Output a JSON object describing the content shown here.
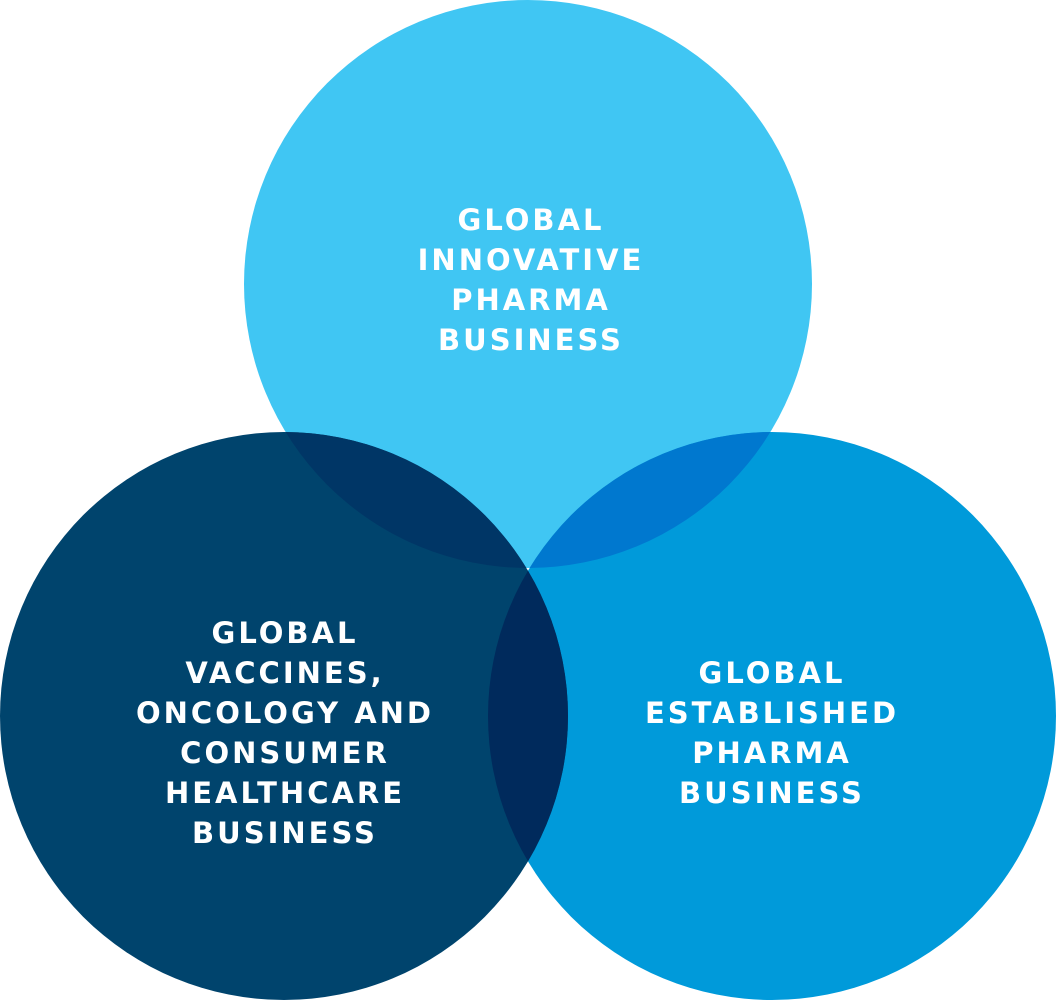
{
  "diagram": {
    "type": "venn",
    "circles": [
      {
        "id": "innovative",
        "label_lines": [
          "GLOBAL",
          "INNOVATIVE",
          "PHARMA",
          "BUSINESS"
        ],
        "color": "#40C6F3"
      },
      {
        "id": "vaccines",
        "label_lines": [
          "GLOBAL",
          "VACCINES,",
          "ONCOLOGY AND",
          "CONSUMER",
          "HEALTHCARE",
          "BUSINESS"
        ],
        "color": "#00446D"
      },
      {
        "id": "established",
        "label_lines": [
          "GLOBAL",
          "ESTABLISHED",
          "PHARMA",
          "BUSINESS"
        ],
        "color": "#009ADA"
      }
    ],
    "overlap_colors": {
      "innovative_vaccines": "#003666",
      "innovative_established": "#0078CF",
      "vaccines_established": "#002A5C",
      "all_three": "#002A5C"
    },
    "text_color": "#FFFFFF"
  }
}
